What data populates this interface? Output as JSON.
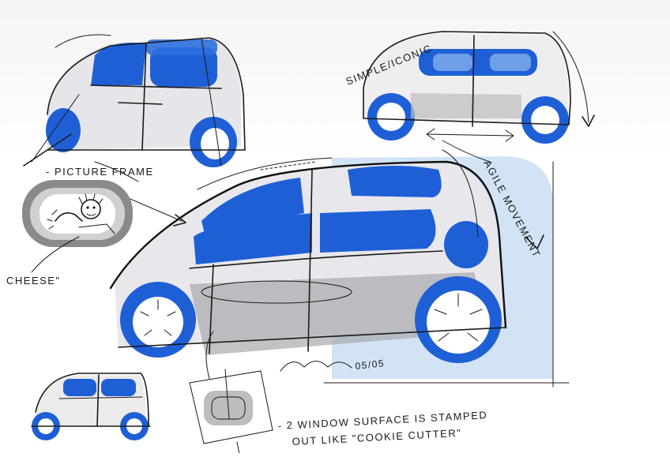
{
  "annotations": {
    "simple_iconic": "SIMPLE/ICONIC",
    "picture_frame": "- PICTURE FRAME",
    "cheese": "CHEESE\"",
    "agile_movement": "AGILE MOVEMENT",
    "window_note_line1": "- 2 WINDOW SURFACE IS STAMPED",
    "window_note_line2": "OUT LIKE \"COOKIE CUTTER\"",
    "signature_date": "05/05"
  },
  "colors": {
    "marker_blue": "#1f5fd6",
    "light_blue": "#c9def2",
    "ink": "#1a1a1a",
    "gray_shade": "#9a9a9a"
  }
}
